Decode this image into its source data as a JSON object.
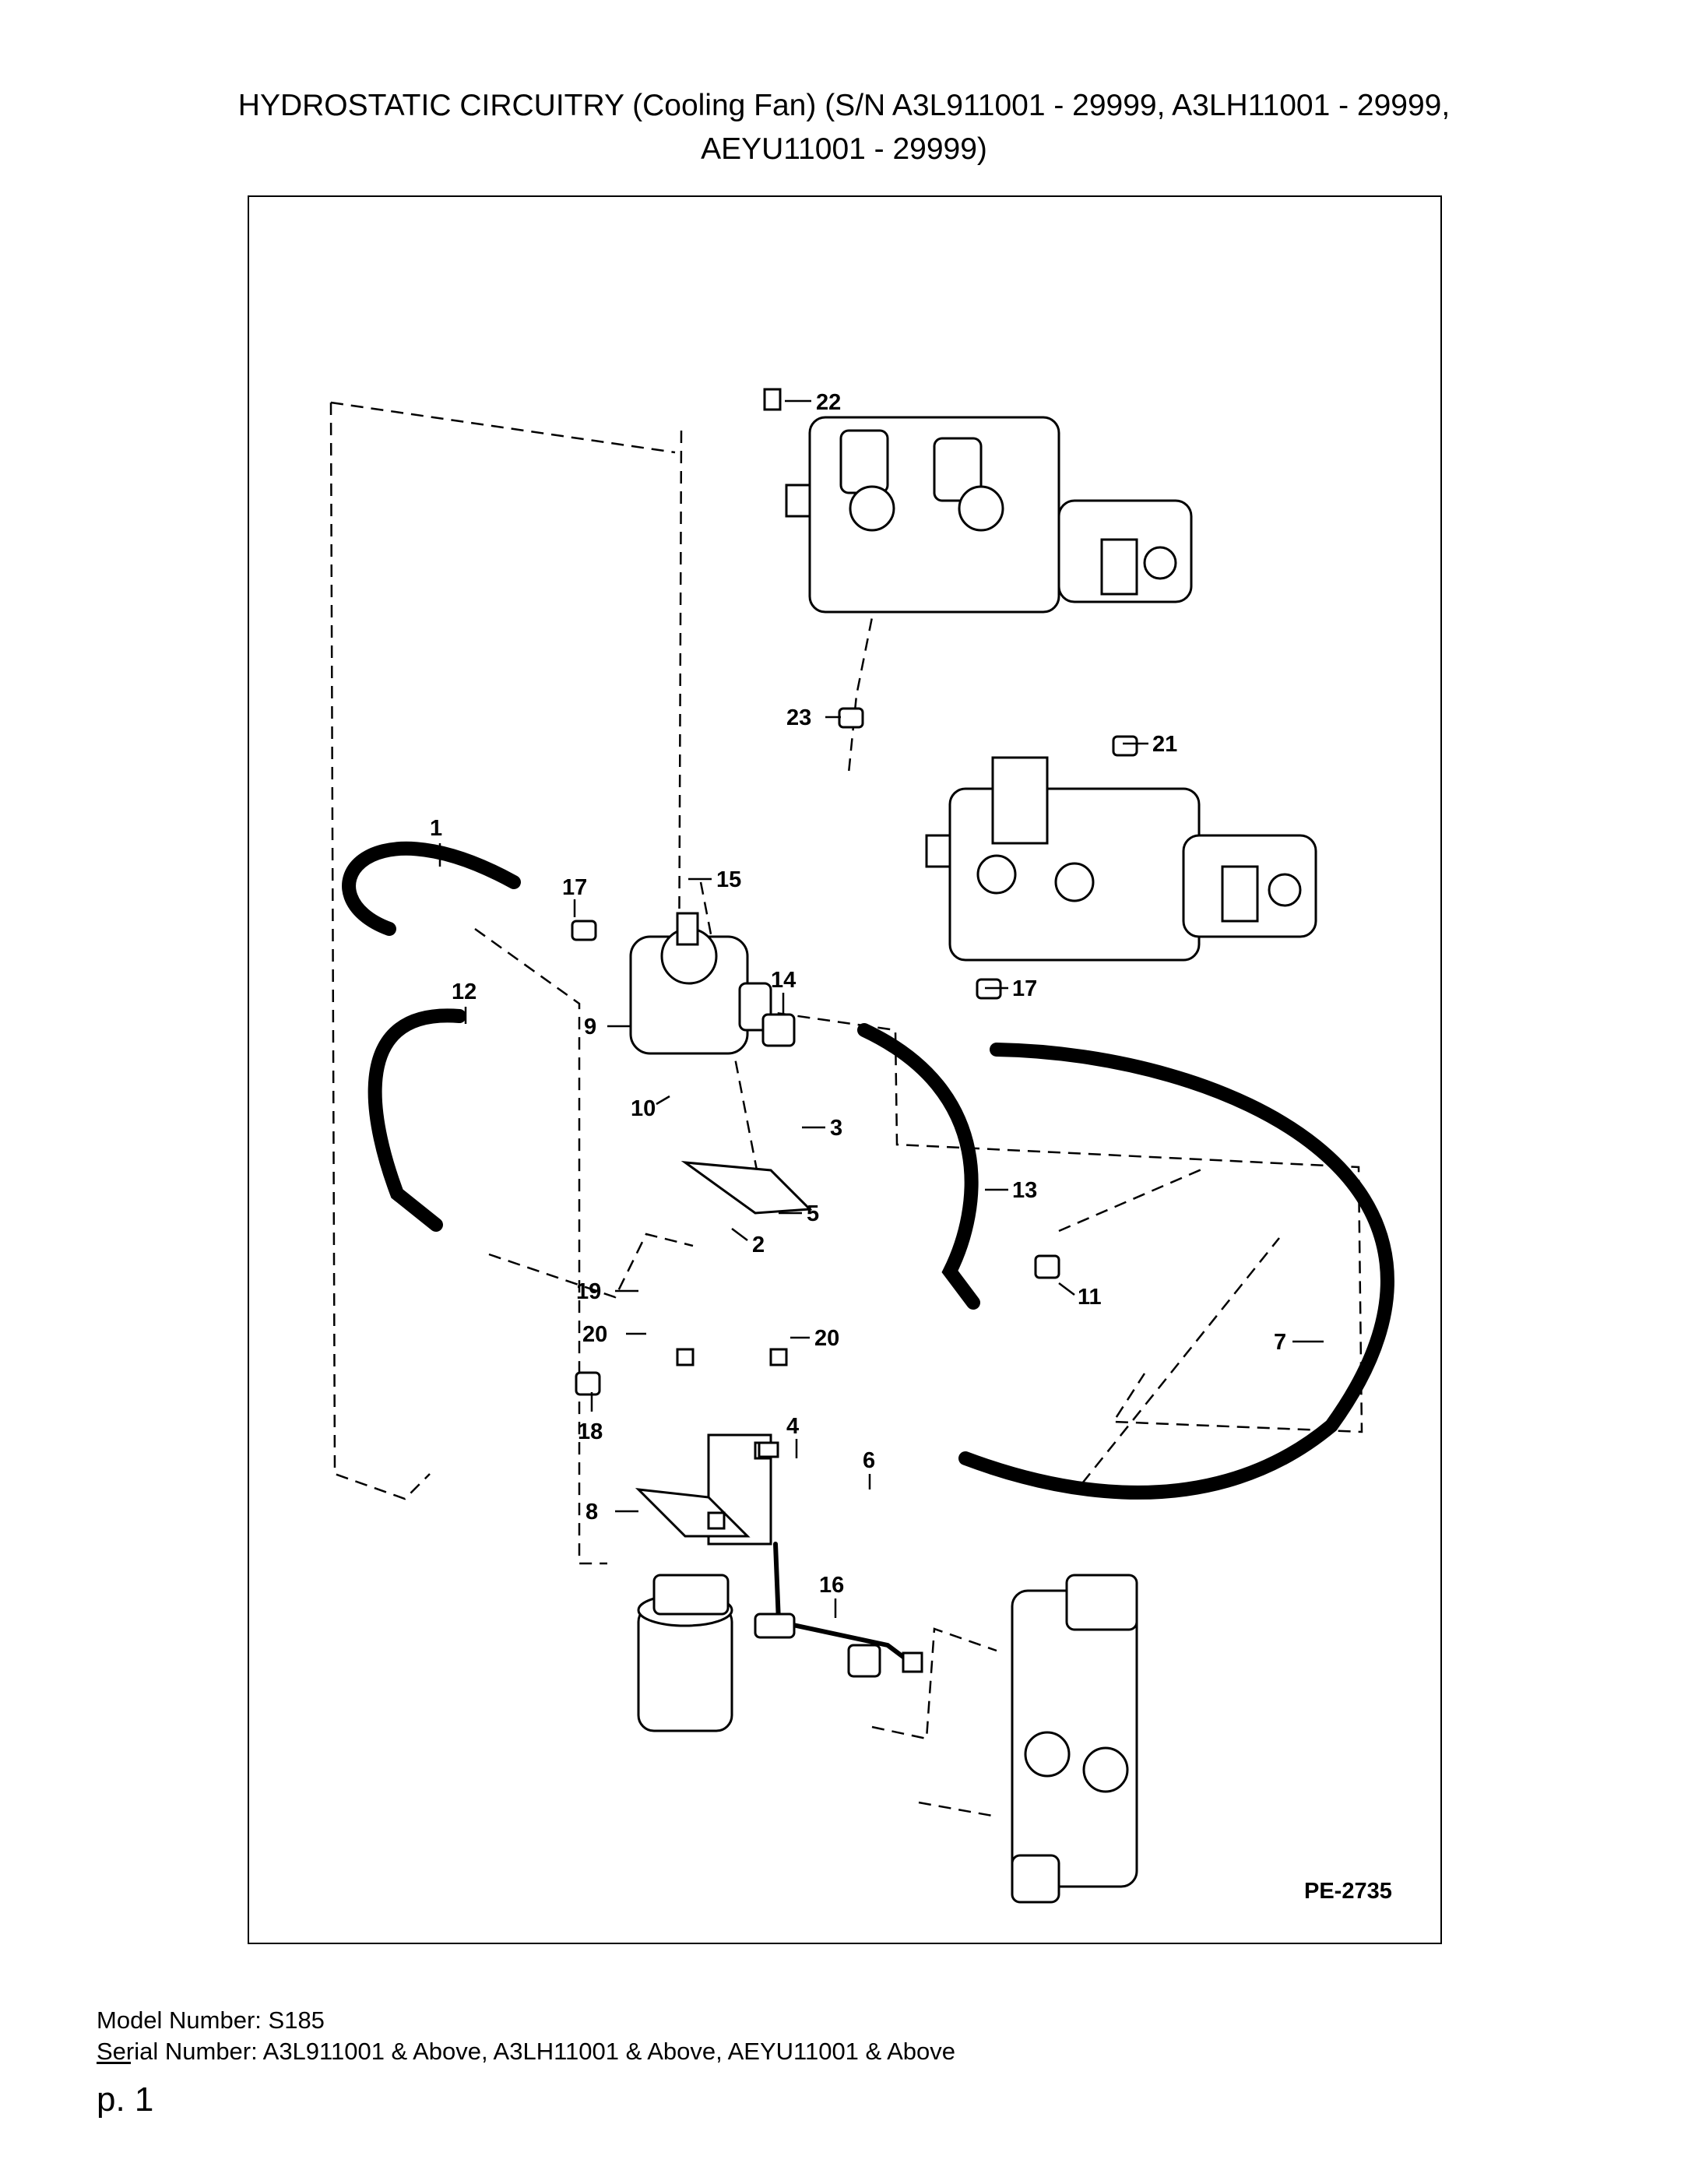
{
  "document": {
    "title_line1": "HYDROSTATIC CIRCUITRY (Cooling Fan) (S/N A3L911001 - 29999, A3LH11001 - 29999,",
    "title_line2": "AEYU11001 - 29999)",
    "figure_code": "PE-2735",
    "model_number": "Model Number: S185",
    "serial_number": "Serial Number: A3L911001 & Above, A3LH11001 & Above, AEYU11001 & Above",
    "page_label": "p. 1"
  },
  "callouts": [
    "1",
    "2",
    "3",
    "4",
    "5",
    "6",
    "7",
    "8",
    "9",
    "10",
    "11",
    "12",
    "13",
    "14",
    "15",
    "16",
    "17",
    "17",
    "18",
    "19",
    "20",
    "20",
    "21",
    "22",
    "23"
  ]
}
